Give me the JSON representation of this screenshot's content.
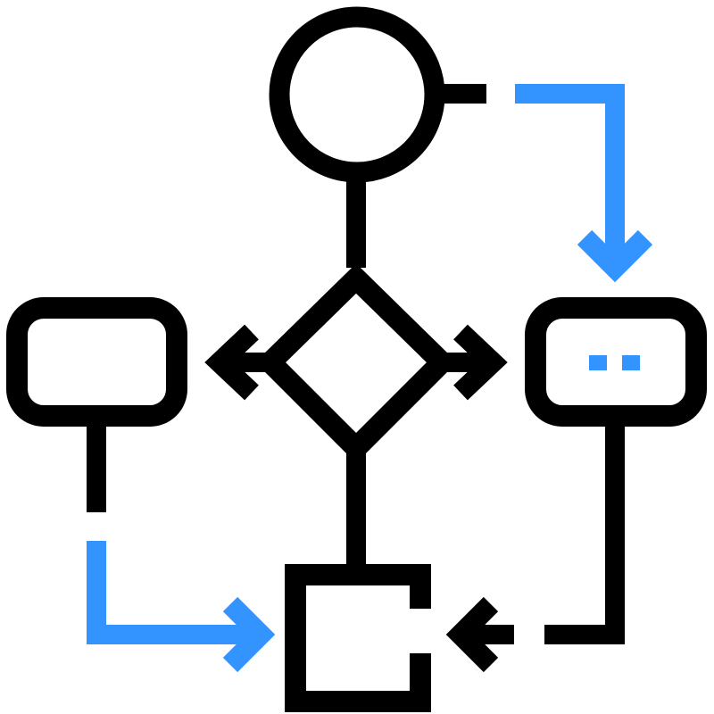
{
  "icon": {
    "name": "flowchart-icon",
    "colors": {
      "stroke": "#000000",
      "accent": "#3393FF",
      "background": "#FFFFFF"
    },
    "shapes": [
      "start-circle",
      "decision-diamond",
      "left-process-box",
      "right-process-box",
      "end-square"
    ]
  }
}
